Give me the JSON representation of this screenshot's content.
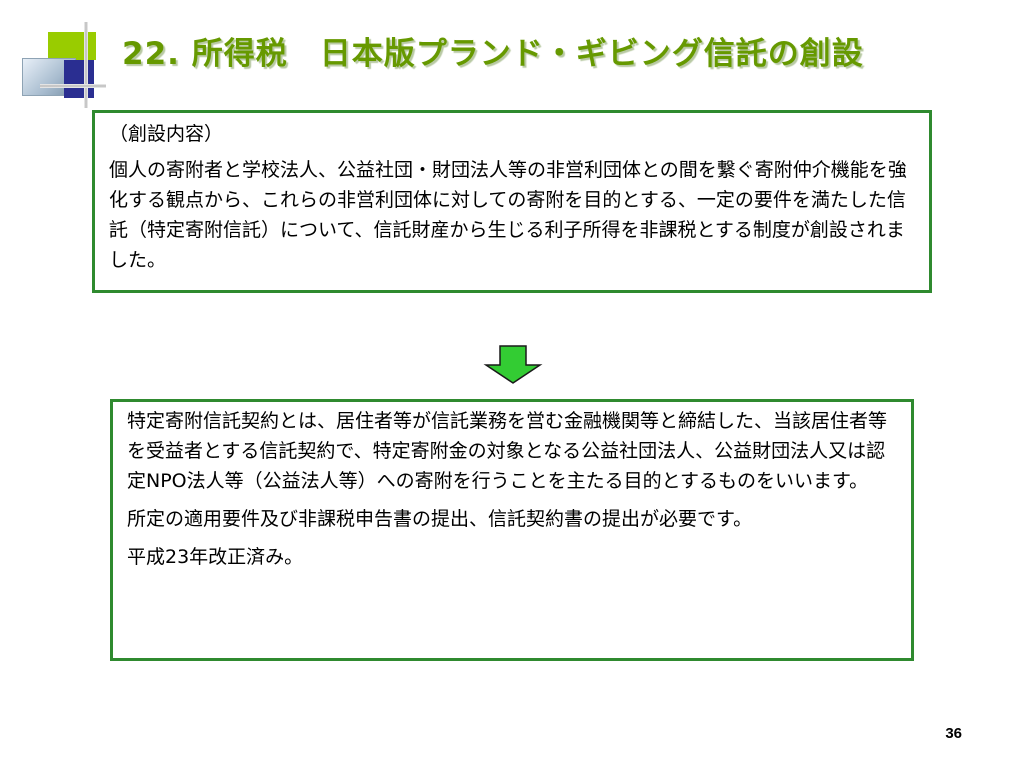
{
  "slide": {
    "title": "22. 所得税　日本版プランド・ギビング信託の創設",
    "page_number": "36"
  },
  "top_box": {
    "heading": "（創設内容）",
    "body": "個人の寄附者と学校法人、公益社団・財団法人等の非営利団体との間を繋ぐ寄附仲介機能を強化する観点から、これらの非営利団体に対しての寄附を目的とする、一定の要件を満たした信託（特定寄附信託）について、信託財産から生じる利子所得を非課税とする制度が創設されました。"
  },
  "bottom_box": {
    "paragraph1": "特定寄附信託契約とは、居住者等が信託業務を営む金融機関等と締結した、当該居住者等を受益者とする信託契約で、特定寄附金の対象となる公益社団法人、公益財団法人又は認定NPO法人等（公益法人等）への寄附を行うことを主たる目的とするものをいいます。",
    "paragraph2": "所定の適用要件及び非課税申告書の提出、信託契約書の提出が必要です。",
    "paragraph3": "平成23年改正済み。"
  },
  "colors": {
    "title": "#669900",
    "box_border": "#2f8a2f",
    "arrow_fill": "#33cc33"
  },
  "icons": {
    "arrow": "arrow-down-icon",
    "logo": "corner-logo-icon"
  }
}
